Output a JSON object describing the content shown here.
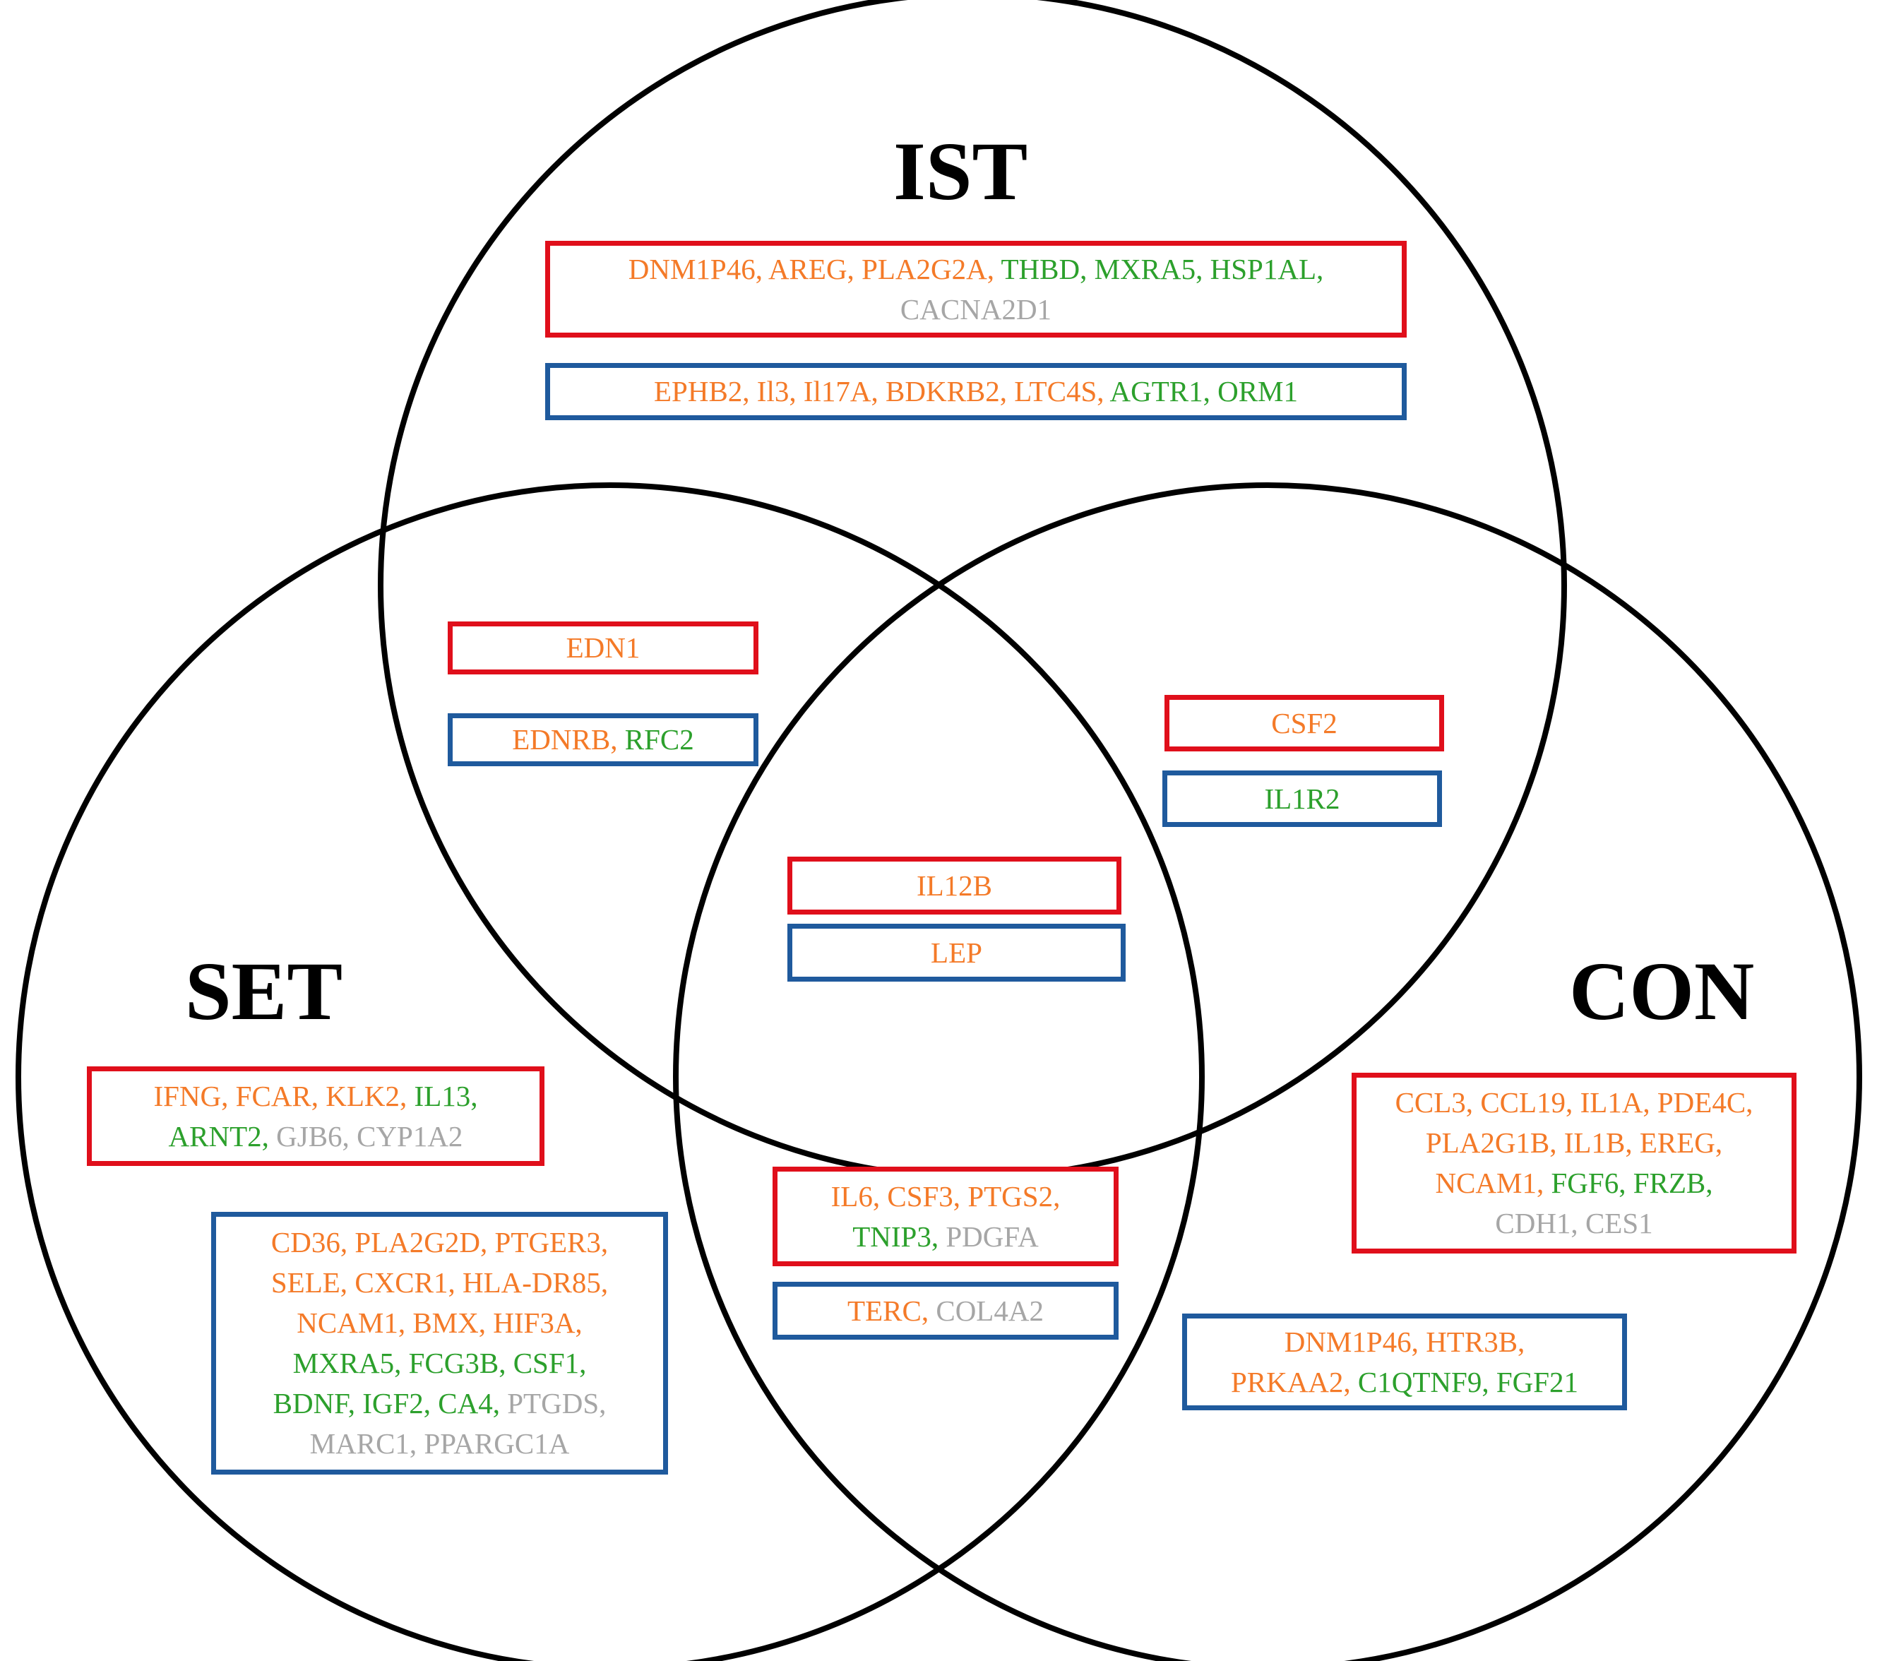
{
  "colors": {
    "circle_outline": "#000000",
    "box_red": "#e00f1b",
    "box_blue": "#1f5a9d",
    "gene_orange": "#f47a28",
    "gene_green": "#2ca02c",
    "gene_gray": "#a6a6a6"
  },
  "sets": {
    "ist": {
      "label": "IST"
    },
    "set": {
      "label": "SET"
    },
    "con": {
      "label": "CON"
    }
  },
  "regions": [
    {
      "id": "ist-only",
      "boxes": [
        {
          "id": "ist-only-red",
          "color": "red",
          "lines": [
            [
              {
                "t": "DNM1P46, ",
                "c": "orange"
              },
              {
                "t": "AREG, ",
                "c": "orange"
              },
              {
                "t": "PLA2G2A, ",
                "c": "orange"
              },
              {
                "t": "THBD, ",
                "c": "green"
              },
              {
                "t": "MXRA5, ",
                "c": "green"
              },
              {
                "t": "HSP1AL,",
                "c": "green"
              }
            ],
            [
              {
                "t": "CACNA2D1",
                "c": "gray"
              }
            ]
          ]
        },
        {
          "id": "ist-only-blue",
          "color": "blue",
          "lines": [
            [
              {
                "t": "EPHB2, ",
                "c": "orange"
              },
              {
                "t": "Il3, ",
                "c": "orange"
              },
              {
                "t": "Il17A, ",
                "c": "orange"
              },
              {
                "t": "BDKRB2, ",
                "c": "orange"
              },
              {
                "t": "LTC4S, ",
                "c": "orange"
              },
              {
                "t": "AGTR1, ",
                "c": "green"
              },
              {
                "t": "ORM1",
                "c": "green"
              }
            ]
          ]
        }
      ]
    },
    {
      "id": "ist-set",
      "boxes": [
        {
          "id": "ist-set-red",
          "color": "red",
          "lines": [
            [
              {
                "t": "EDN1",
                "c": "orange"
              }
            ]
          ]
        },
        {
          "id": "ist-set-blue",
          "color": "blue",
          "lines": [
            [
              {
                "t": "EDNRB, ",
                "c": "orange"
              },
              {
                "t": "RFC2",
                "c": "green"
              }
            ]
          ]
        }
      ]
    },
    {
      "id": "ist-con",
      "boxes": [
        {
          "id": "ist-con-red",
          "color": "red",
          "lines": [
            [
              {
                "t": "CSF2",
                "c": "orange"
              }
            ]
          ]
        },
        {
          "id": "ist-con-blue",
          "color": "blue",
          "lines": [
            [
              {
                "t": "IL1R2",
                "c": "green"
              }
            ]
          ]
        }
      ]
    },
    {
      "id": "all-three",
      "boxes": [
        {
          "id": "all-three-red",
          "color": "red",
          "lines": [
            [
              {
                "t": "IL12B",
                "c": "orange"
              }
            ]
          ]
        },
        {
          "id": "all-three-blue",
          "color": "blue",
          "lines": [
            [
              {
                "t": "LEP",
                "c": "orange"
              }
            ]
          ]
        }
      ]
    },
    {
      "id": "set-only",
      "boxes": [
        {
          "id": "set-only-red",
          "color": "red",
          "lines": [
            [
              {
                "t": "IFNG, ",
                "c": "orange"
              },
              {
                "t": "FCAR, ",
                "c": "orange"
              },
              {
                "t": "KLK2, ",
                "c": "orange"
              },
              {
                "t": "IL13,",
                "c": "green"
              }
            ],
            [
              {
                "t": "ARNT2, ",
                "c": "green"
              },
              {
                "t": "GJB6, ",
                "c": "gray"
              },
              {
                "t": "CYP1A2",
                "c": "gray"
              }
            ]
          ]
        },
        {
          "id": "set-only-blue",
          "color": "blue",
          "lines": [
            [
              {
                "t": "CD36, ",
                "c": "orange"
              },
              {
                "t": "PLA2G2D, ",
                "c": "orange"
              },
              {
                "t": "PTGER3,",
                "c": "orange"
              }
            ],
            [
              {
                "t": "SELE, ",
                "c": "orange"
              },
              {
                "t": "CXCR1, ",
                "c": "orange"
              },
              {
                "t": "HLA-DR85,",
                "c": "orange"
              }
            ],
            [
              {
                "t": "NCAM1, ",
                "c": "orange"
              },
              {
                "t": "BMX, ",
                "c": "orange"
              },
              {
                "t": "HIF3A,",
                "c": "orange"
              }
            ],
            [
              {
                "t": "MXRA5, ",
                "c": "green"
              },
              {
                "t": "FCG3B, ",
                "c": "green"
              },
              {
                "t": "CSF1,",
                "c": "green"
              }
            ],
            [
              {
                "t": "BDNF, ",
                "c": "green"
              },
              {
                "t": "IGF2, ",
                "c": "green"
              },
              {
                "t": "CA4, ",
                "c": "green"
              },
              {
                "t": "PTGDS,",
                "c": "gray"
              }
            ],
            [
              {
                "t": "MARC1, ",
                "c": "gray"
              },
              {
                "t": "PPARGC1A",
                "c": "gray"
              }
            ]
          ]
        }
      ]
    },
    {
      "id": "set-con",
      "boxes": [
        {
          "id": "set-con-red",
          "color": "red",
          "lines": [
            [
              {
                "t": "IL6, ",
                "c": "orange"
              },
              {
                "t": "CSF3, ",
                "c": "orange"
              },
              {
                "t": "PTGS2,",
                "c": "orange"
              }
            ],
            [
              {
                "t": "TNIP3, ",
                "c": "green"
              },
              {
                "t": "PDGFA",
                "c": "gray"
              }
            ]
          ]
        },
        {
          "id": "set-con-blue",
          "color": "blue",
          "lines": [
            [
              {
                "t": "TERC, ",
                "c": "orange"
              },
              {
                "t": "COL4A2",
                "c": "gray"
              }
            ]
          ]
        }
      ]
    },
    {
      "id": "con-only",
      "boxes": [
        {
          "id": "con-only-red",
          "color": "red",
          "lines": [
            [
              {
                "t": "CCL3, ",
                "c": "orange"
              },
              {
                "t": "CCL19, ",
                "c": "orange"
              },
              {
                "t": "IL1A, ",
                "c": "orange"
              },
              {
                "t": "PDE4C,",
                "c": "orange"
              }
            ],
            [
              {
                "t": "PLA2G1B, ",
                "c": "orange"
              },
              {
                "t": "IL1B, ",
                "c": "orange"
              },
              {
                "t": "EREG,",
                "c": "orange"
              }
            ],
            [
              {
                "t": "NCAM1, ",
                "c": "orange"
              },
              {
                "t": "FGF6, ",
                "c": "green"
              },
              {
                "t": "FRZB,",
                "c": "green"
              }
            ],
            [
              {
                "t": "CDH1, ",
                "c": "gray"
              },
              {
                "t": "CES1",
                "c": "gray"
              }
            ]
          ]
        },
        {
          "id": "con-only-blue",
          "color": "blue",
          "lines": [
            [
              {
                "t": "DNM1P46, ",
                "c": "orange"
              },
              {
                "t": "HTR3B,",
                "c": "orange"
              }
            ],
            [
              {
                "t": "PRKAA2, ",
                "c": "orange"
              },
              {
                "t": "C1QTNF9, ",
                "c": "green"
              },
              {
                "t": "FGF21",
                "c": "green"
              }
            ]
          ]
        }
      ]
    }
  ]
}
